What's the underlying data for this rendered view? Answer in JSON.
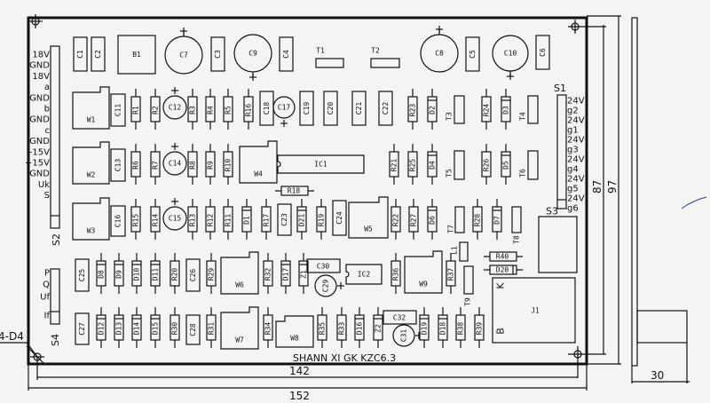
{
  "board_label": "SHANN XI GK KZC6.3",
  "dimensions": {
    "inner_width": "142",
    "outer_width": "152",
    "inner_height": "87",
    "outer_height": "97",
    "depth": "30",
    "hole_note": "4-D4"
  },
  "connector_s2": {
    "name": "S2",
    "pins": [
      "18V",
      "GND",
      "18V",
      "a",
      "GND",
      "b",
      "GND",
      "c",
      "GND",
      "-15V",
      "+15V",
      "GND",
      "Uk",
      "S"
    ]
  },
  "connector_s4": {
    "name": "S4",
    "pins": [
      "P",
      "Q",
      "Uf",
      "If"
    ]
  },
  "connector_s1": {
    "name": "S1",
    "pins": [
      "24V",
      "g2",
      "24V",
      "g1",
      "24V",
      "g3",
      "24V",
      "g4",
      "24V",
      "g5",
      "24V",
      "g6"
    ]
  },
  "top_row": [
    "C1",
    "C2",
    "B1",
    "C7",
    "C3",
    "C9",
    "C4",
    "T1",
    "T2",
    "C8",
    "C5",
    "C10",
    "C6"
  ],
  "rows": [
    [
      "W1",
      "C11",
      "R1",
      "R2",
      "C12",
      "R3",
      "R4",
      "R5",
      "R16",
      "C18",
      "C17",
      "C19",
      "C20",
      "C21",
      "C22",
      "R23",
      "D2",
      "T3",
      "R24",
      "D3",
      "T4"
    ],
    [
      "W2",
      "C13",
      "R6",
      "R7",
      "C14",
      "R8",
      "R9",
      "R10",
      "W4",
      "IC1",
      "R21",
      "R25",
      "D4",
      "T5",
      "R26",
      "D5",
      "T6",
      "R18"
    ],
    [
      "W3",
      "C16",
      "R15",
      "R14",
      "C15",
      "R13",
      "R12",
      "R11",
      "D1",
      "R17",
      "C23",
      "D21",
      "R19",
      "C24",
      "W5",
      "R22",
      "R27",
      "D6",
      "T7",
      "R28",
      "D7",
      "T8",
      "S3"
    ],
    [
      "C25",
      "D8",
      "D9",
      "D10",
      "D11",
      "R20",
      "C26",
      "R29",
      "W6",
      "R32",
      "D17",
      "Z1",
      "C30",
      "C29",
      "IC2",
      "R36",
      "W9",
      "R37",
      "L1",
      "T9",
      "R40",
      "D20"
    ],
    [
      "C27",
      "D12",
      "D13",
      "D14",
      "D15",
      "R30",
      "C28",
      "R31",
      "W7",
      "R34",
      "W8",
      "R35",
      "R33",
      "D16",
      "Z2",
      "C32",
      "C31",
      "D19",
      "D18",
      "R38",
      "R39"
    ]
  ],
  "relay_j1": {
    "name": "J1",
    "k": "K",
    "b": "B"
  }
}
